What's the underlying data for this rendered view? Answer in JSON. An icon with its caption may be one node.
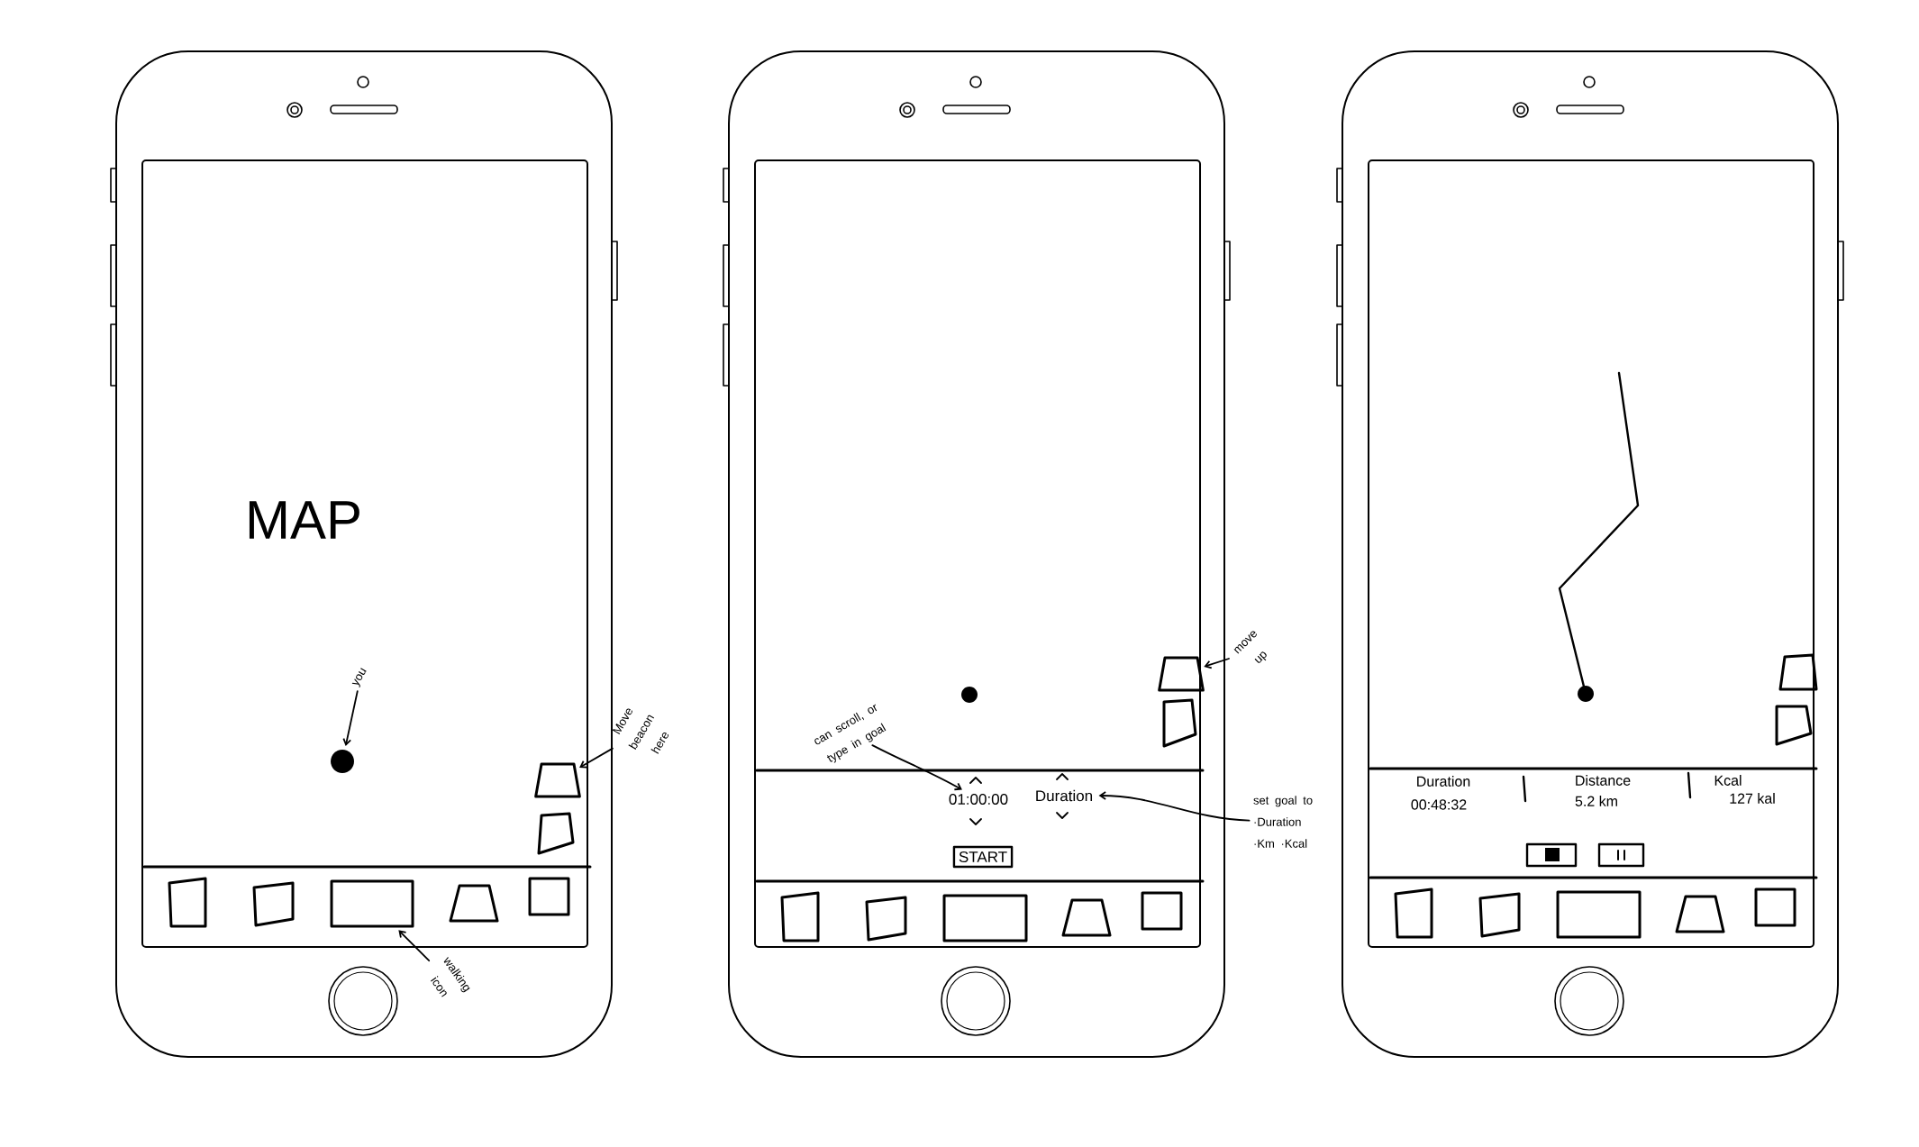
{
  "diagram": {
    "nodes": [
      {
        "text": [
          "you"
        ]
      },
      {
        "text": [],
        "shape": "circle"
      },
      {
        "text": [
          "Move beacon here"
        ]
      },
      {
        "text": [],
        "shape": "trapezium"
      },
      {
        "text": [
          "walking icon"
        ]
      },
      {
        "text": [],
        "shape": "box"
      },
      {
        "text": [
          "can scroll, or type in goal"
        ]
      },
      {
        "text": [
          "01:00:00"
        ]
      },
      {
        "text": [
          "set goal to ·Duration ·Km ·Kcal"
        ]
      },
      {
        "text": [
          "Duration"
        ]
      },
      {
        "text": [
          "move up"
        ]
      },
      {
        "text": [],
        "shape": "trapezium"
      },
      {
        "text": [
          "START"
        ]
      }
    ],
    "edges": [
      {
        "from": 0,
        "to": 1,
        "arrow": "to"
      },
      {
        "from": 2,
        "to": 3,
        "arrow": "to"
      },
      {
        "from": 4,
        "to": 5,
        "arrow": "to"
      },
      {
        "from": 6,
        "to": 7,
        "arrow": "to"
      },
      {
        "from": 8,
        "to": 9,
        "arrow": "to"
      },
      {
        "from": 10,
        "to": 11,
        "arrow": "to"
      }
    ],
    "labels": [
      "MAP",
      "Duration",
      "00:48:32",
      "Distance",
      "5.2 km",
      "Kcal",
      "127 kal"
    ]
  }
}
